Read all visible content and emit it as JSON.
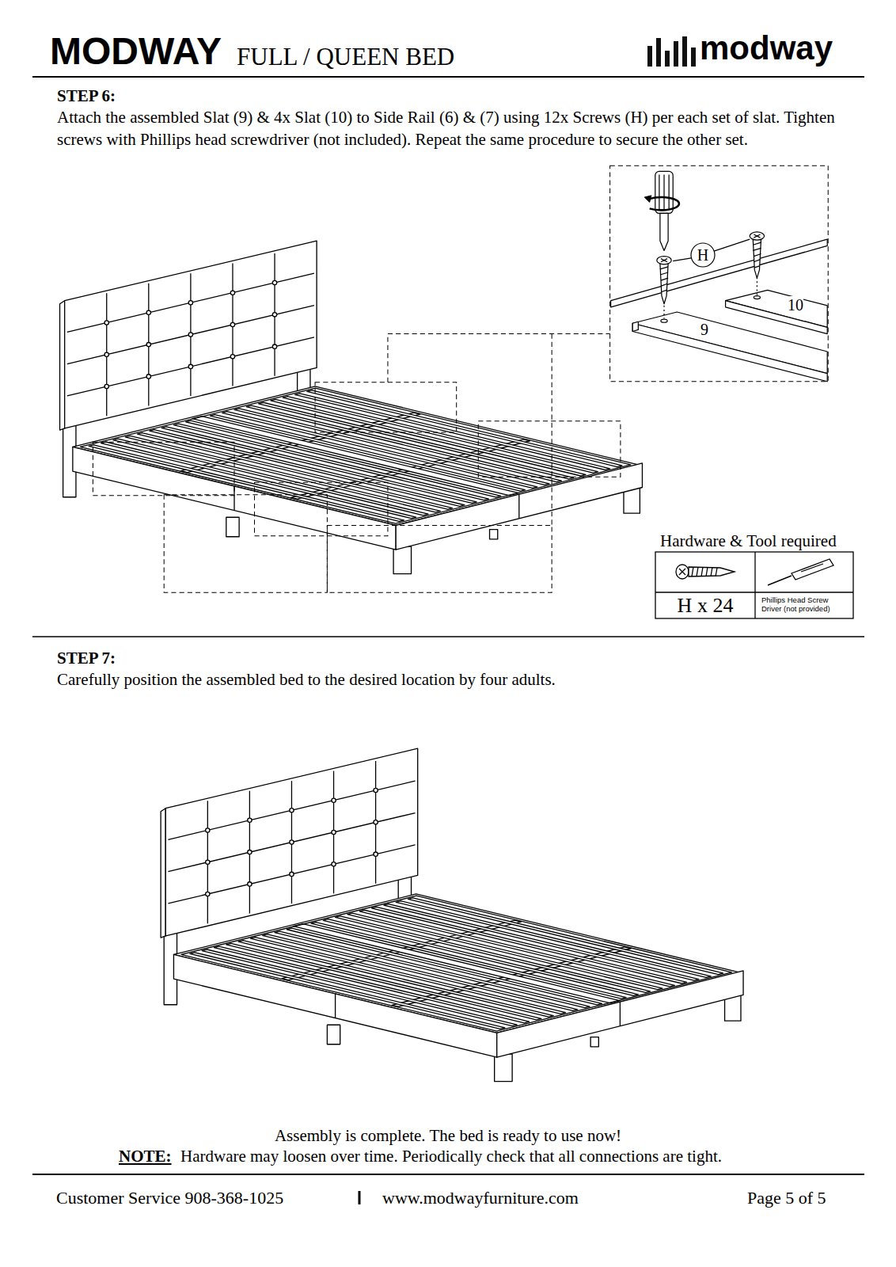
{
  "diagram": {
    "title": "MODWAY",
    "nodes": [
      {
        "text": [
          "H"
        ]
      }
    ],
    "labels": [
      "FULL / QUEEN BED",
      "modway",
      "STEP 6:",
      "Attach the assembled Slat (9) & 4x Slat (10) to Side Rail (6) & (7) using 12x Screws (H) per each set of slat. Tighten screws with Phillips head screwdriver (not included). Repeat the same procedure to secure the other set.",
      "10",
      "9",
      "Hardware & Tool required",
      "H x 24",
      "Phillips Head Screw Driver (not provided)",
      "STEP 7:",
      "Carefully position the assembled bed to the desired location by four adults.",
      "Assembly is complete. The bed is ready to use now!",
      "NOTE:",
      "Hardware may loosen over time. Periodically check that all connections are tight.",
      "Customer Service 908-368-1025",
      "www.modwayfurniture.com",
      "Page 5 of 5"
    ]
  }
}
